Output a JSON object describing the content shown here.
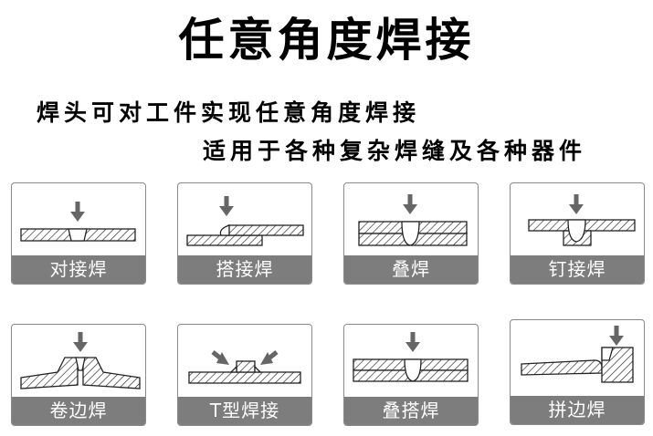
{
  "title": "任意角度焊接",
  "subtitle_line1": "焊头可对工件实现任意角度焊接",
  "subtitle_line2": "适用于各种复杂焊缝及各种器件",
  "cards": [
    {
      "label": "对接焊"
    },
    {
      "label": "搭接焊"
    },
    {
      "label": "叠焊"
    },
    {
      "label": "钉接焊"
    },
    {
      "label": "卷边焊"
    },
    {
      "label": "T型焊接"
    },
    {
      "label": "叠搭焊"
    },
    {
      "label": "拼边焊"
    }
  ]
}
